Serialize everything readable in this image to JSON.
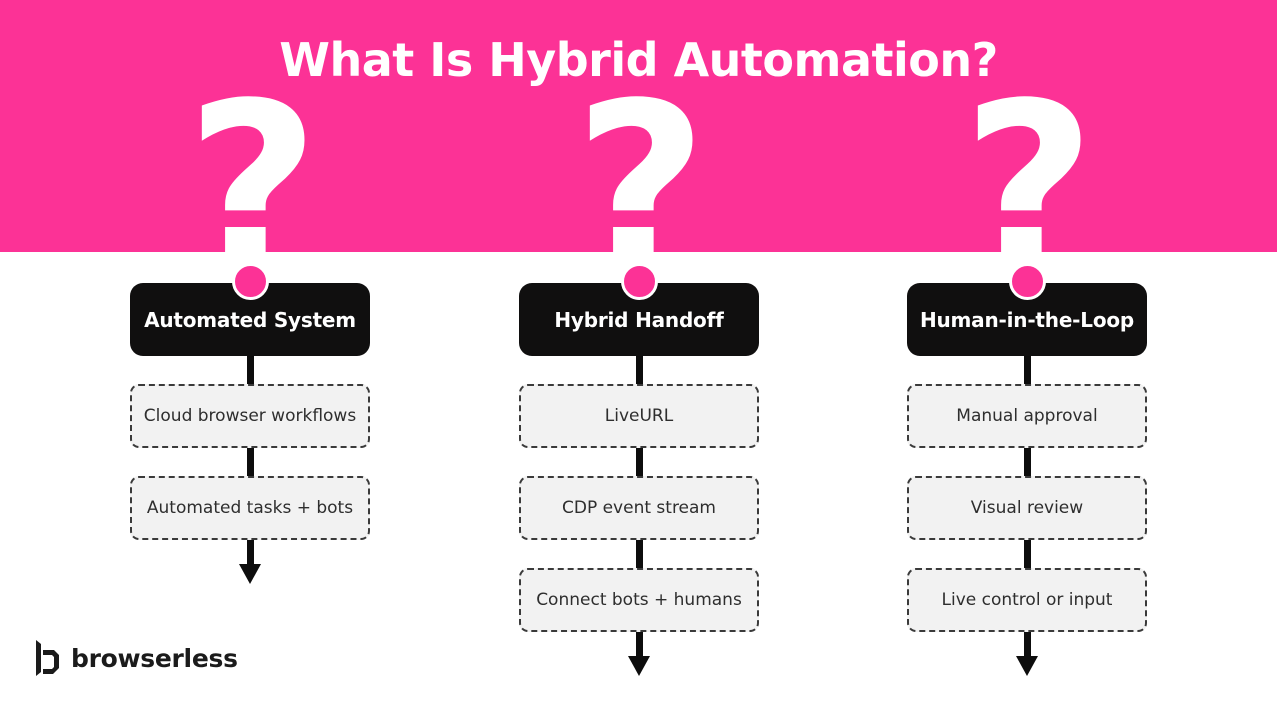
{
  "hero": {
    "title": "What Is Hybrid Automation?",
    "background_color": "#fc3296",
    "question_marks": [
      "?",
      "?",
      "?"
    ]
  },
  "columns": [
    {
      "header": "Automated System",
      "dot_color": "#fc3296",
      "steps": [
        "Cloud browser workflows",
        "Automated tasks + bots"
      ]
    },
    {
      "header": "Hybrid Handoff",
      "dot_color": "#fc3296",
      "steps": [
        "LiveURL",
        "CDP event stream",
        "Connect bots + humans"
      ]
    },
    {
      "header": "Human-in-the-Loop",
      "dot_color": "#fc3296",
      "steps": [
        "Manual approval",
        "Visual review",
        "Live control or input"
      ]
    }
  ],
  "brand": {
    "name": "browserless",
    "mark": "browserless-b-logo-icon",
    "color": "#1b1b1b"
  }
}
